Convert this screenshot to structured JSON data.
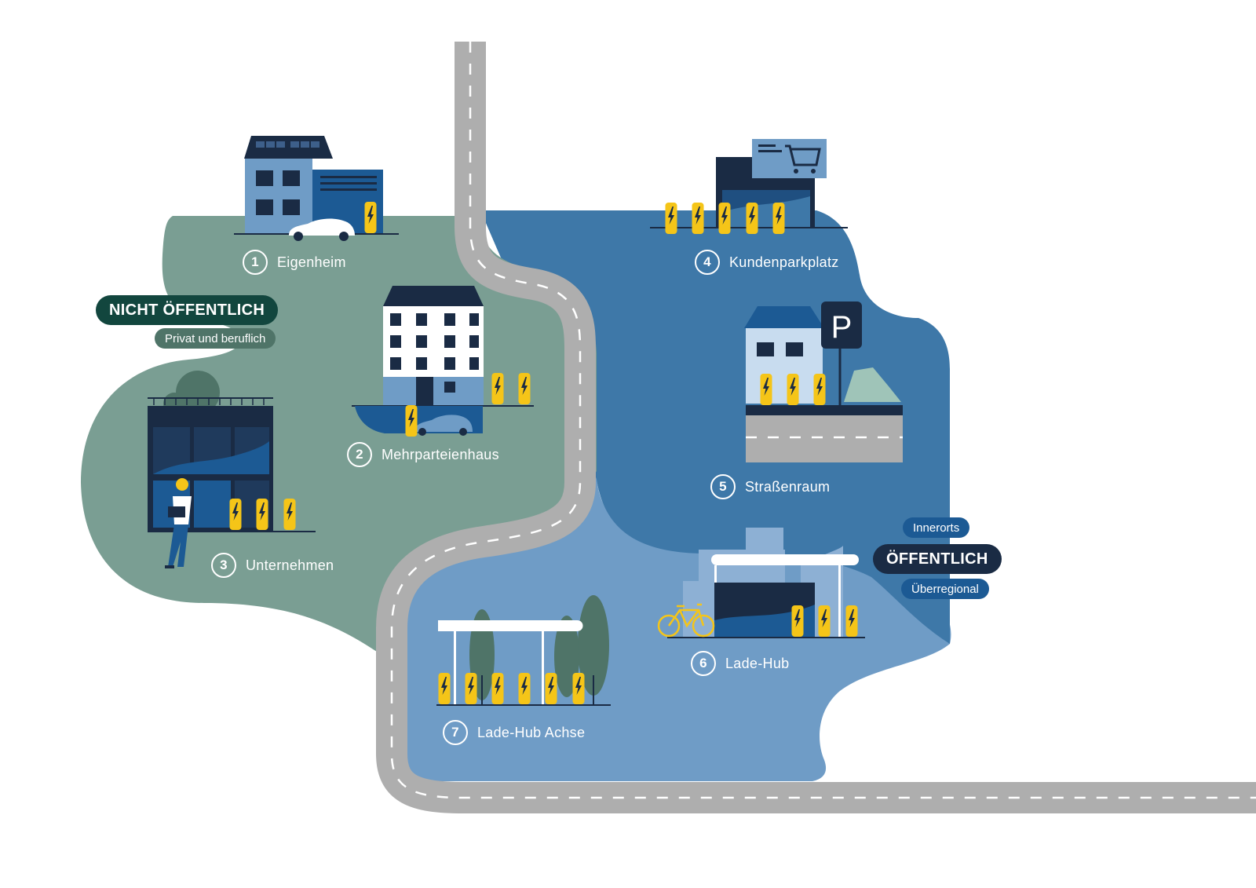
{
  "colors": {
    "green_zone": "#7a9e93",
    "blue_zone": "#3e78a8",
    "light_blue_zone": "#6f9cc6",
    "road": "#aeaeae",
    "charger": "#f5c518",
    "navy": "#1a2b44",
    "dark_green_pill": "#12463e"
  },
  "categories": {
    "private": {
      "title": "NICHT ÖFFENTLICH",
      "subtitle": "Privat und beruflich"
    },
    "public": {
      "title": "ÖFFENTLICH",
      "tag_top": "Innerorts",
      "tag_bottom": "Überregional"
    }
  },
  "locations": [
    {
      "num": "1",
      "label": "Eigenheim",
      "icon": "house-with-solar-roof-icon"
    },
    {
      "num": "2",
      "label": "Mehrparteienhaus",
      "icon": "apartment-building-icon"
    },
    {
      "num": "3",
      "label": "Unternehmen",
      "icon": "office-building-icon"
    },
    {
      "num": "4",
      "label": "Kundenparkplatz",
      "icon": "supermarket-icon"
    },
    {
      "num": "5",
      "label": "Straßenraum",
      "icon": "street-parking-icon"
    },
    {
      "num": "6",
      "label": "Lade-Hub",
      "icon": "charging-hub-icon"
    },
    {
      "num": "7",
      "label": "Lade-Hub Achse",
      "icon": "highway-charging-hub-icon"
    }
  ]
}
